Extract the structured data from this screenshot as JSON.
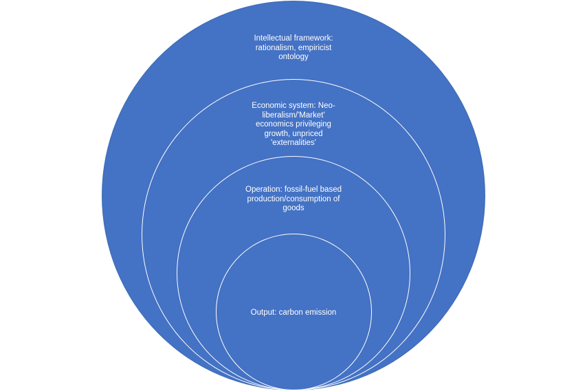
{
  "diagram": {
    "layers": [
      {
        "text": "Intellectual framework: rationalism, empiricist ontology"
      },
      {
        "text": "Economic system: Neo-liberalism/'Market' economics privileging growth, unpriced 'externalities'"
      },
      {
        "text": "Operation: fossil-fuel based production/consumption of goods"
      },
      {
        "text": "Output: carbon emission"
      }
    ],
    "colors": {
      "fill": "#4472c4",
      "outline": "#3d6cb5",
      "inner_stroke": "#ffffff",
      "text": "#ffffff"
    }
  }
}
